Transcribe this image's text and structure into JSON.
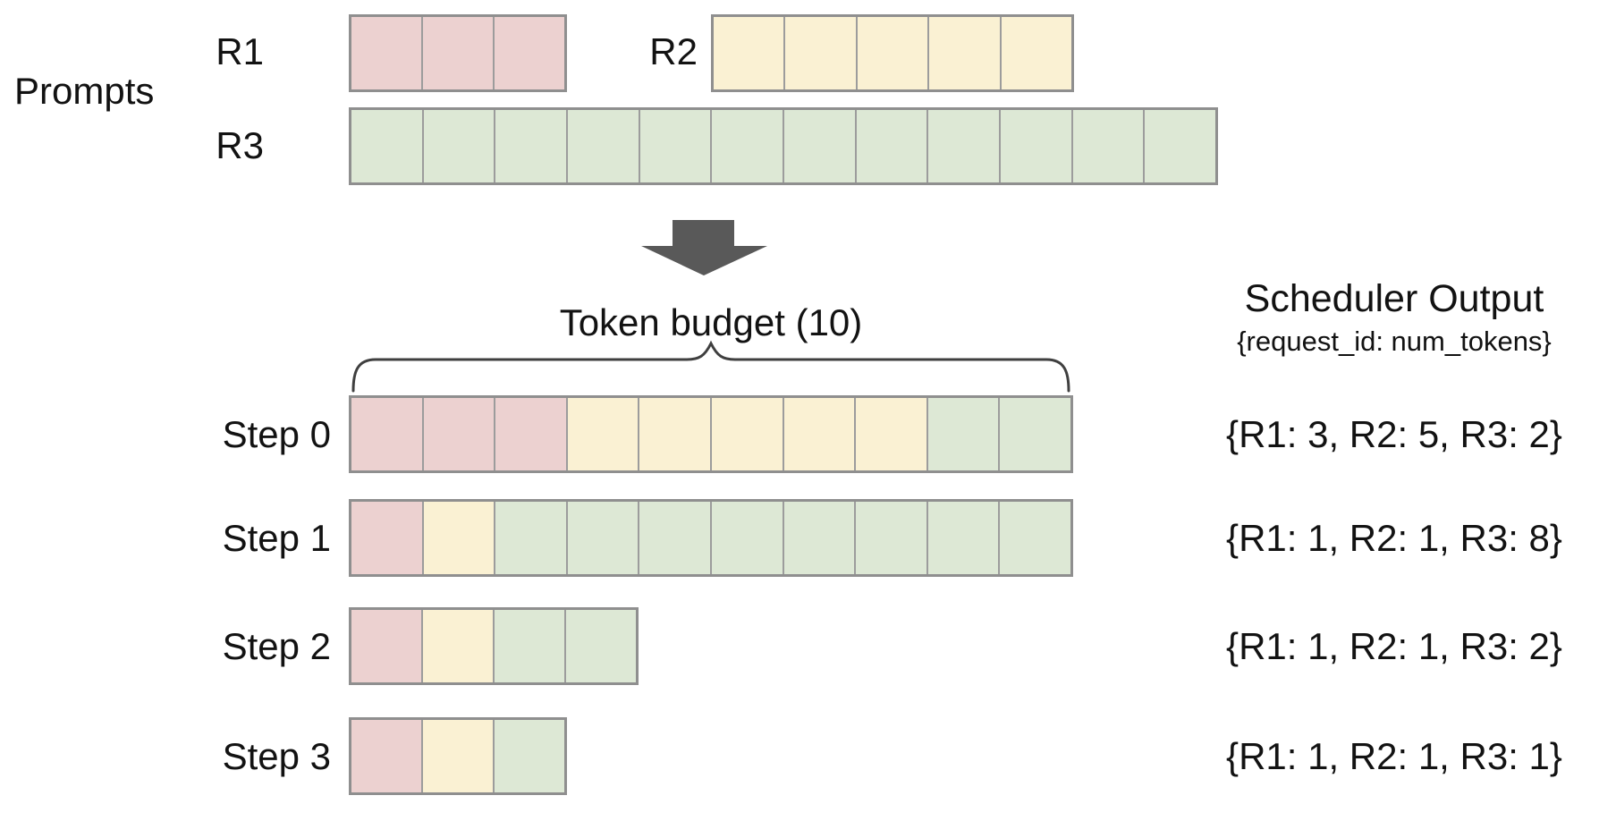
{
  "prompts_label": "Prompts",
  "token_budget": {
    "label": "Token budget (10)",
    "value": 10
  },
  "scheduler_output": {
    "title": "Scheduler Output",
    "subtitle": "{request_id: num_tokens}"
  },
  "colors": {
    "R1": "#ecd1d0",
    "R2": "#faf1d3",
    "R3": "#dde8d5",
    "cell_border": "#9c9c9c",
    "row_border": "#8f8f8f",
    "arrow": "#595959",
    "brace": "#3f3f3f"
  },
  "prompt_rows": [
    {
      "label": "R1",
      "segments": [
        {
          "request": "R1",
          "tokens": 3
        }
      ]
    },
    {
      "label": "R2",
      "segments": [
        {
          "request": "R2",
          "tokens": 5
        }
      ]
    },
    {
      "label": "R3",
      "segments": [
        {
          "request": "R3",
          "tokens": 12
        }
      ]
    }
  ],
  "steps": [
    {
      "label": "Step 0",
      "segments": [
        {
          "request": "R1",
          "tokens": 3
        },
        {
          "request": "R2",
          "tokens": 5
        },
        {
          "request": "R3",
          "tokens": 2
        }
      ],
      "output": "{R1: 3, R2: 5, R3: 2}"
    },
    {
      "label": "Step 1",
      "segments": [
        {
          "request": "R1",
          "tokens": 1
        },
        {
          "request": "R2",
          "tokens": 1
        },
        {
          "request": "R3",
          "tokens": 8
        }
      ],
      "output": "{R1: 1, R2: 1, R3: 8}"
    },
    {
      "label": "Step 2",
      "segments": [
        {
          "request": "R1",
          "tokens": 1
        },
        {
          "request": "R2",
          "tokens": 1
        },
        {
          "request": "R3",
          "tokens": 2
        }
      ],
      "output": "{R1: 1, R2: 1, R3: 2}"
    },
    {
      "label": "Step 3",
      "segments": [
        {
          "request": "R1",
          "tokens": 1
        },
        {
          "request": "R2",
          "tokens": 1
        },
        {
          "request": "R3",
          "tokens": 1
        }
      ],
      "output": "{R1: 1, R2: 1, R3: 1}"
    }
  ]
}
